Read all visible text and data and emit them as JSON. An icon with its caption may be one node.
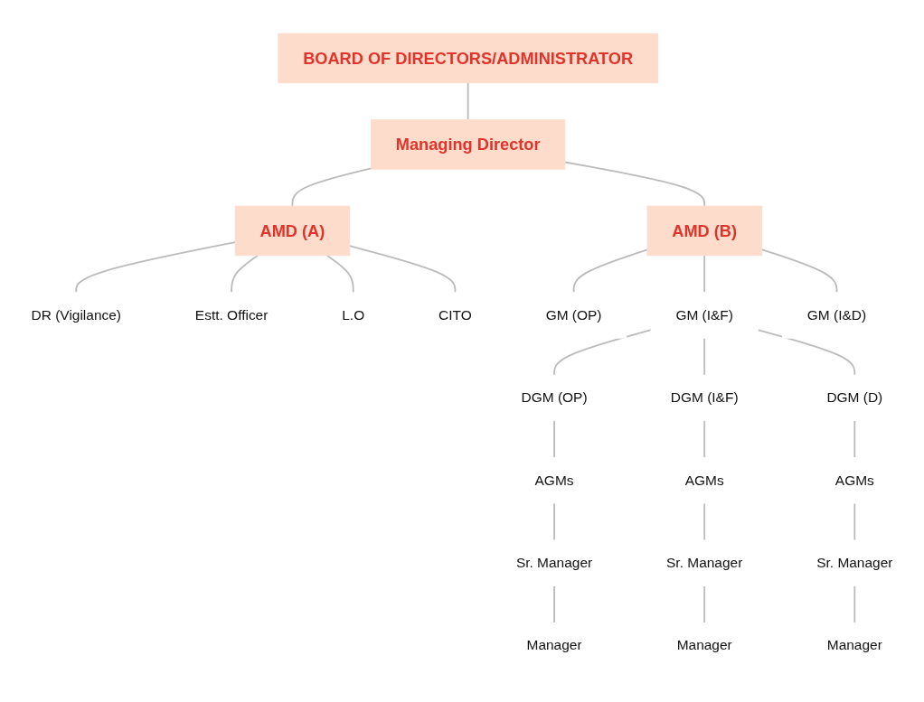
{
  "diagram": {
    "nodes": [
      {
        "text": [
          "BOARD OF DIRECTORS/ADMINISTRATOR"
        ]
      },
      {
        "text": [
          "Managing Director"
        ]
      },
      {
        "text": [
          "AMD (A)"
        ]
      },
      {
        "text": [
          "AMD (B)"
        ]
      },
      {
        "text": [
          "DR (Vigilance)"
        ]
      },
      {
        "text": [
          "Estt. Officer"
        ]
      },
      {
        "text": [
          "L.O"
        ]
      },
      {
        "text": [
          "CITO"
        ]
      },
      {
        "text": [
          "GM (OP)"
        ]
      },
      {
        "text": [
          "GM (I&F)"
        ]
      },
      {
        "text": [
          "GM (I&D)"
        ]
      },
      {
        "text": [
          "DGM (OP)"
        ]
      },
      {
        "text": [
          "DGM (I&F)"
        ]
      },
      {
        "text": [
          "DGM (D)"
        ]
      },
      {
        "text": [
          "AGMs"
        ]
      },
      {
        "text": [
          "AGMs"
        ]
      },
      {
        "text": [
          "AGMs"
        ]
      },
      {
        "text": [
          "Sr. Manager"
        ]
      },
      {
        "text": [
          "Sr. Manager"
        ]
      },
      {
        "text": [
          "Sr. Manager"
        ]
      },
      {
        "text": [
          "Manager"
        ]
      },
      {
        "text": [
          "Manager"
        ]
      },
      {
        "text": [
          "Manager"
        ]
      }
    ],
    "edges": [
      {
        "from": 0,
        "to": 1,
        "arrow": "none"
      },
      {
        "from": 1,
        "to": 2,
        "arrow": "none"
      },
      {
        "from": 1,
        "to": 3,
        "arrow": "none"
      },
      {
        "from": 2,
        "to": 4,
        "arrow": "none"
      },
      {
        "from": 2,
        "to": 5,
        "arrow": "none"
      },
      {
        "from": 2,
        "to": 6,
        "arrow": "none"
      },
      {
        "from": 2,
        "to": 7,
        "arrow": "none"
      },
      {
        "from": 3,
        "to": 8,
        "arrow": "none"
      },
      {
        "from": 3,
        "to": 9,
        "arrow": "none"
      },
      {
        "from": 3,
        "to": 10,
        "arrow": "none"
      },
      {
        "from": 9,
        "to": 11,
        "arrow": "none"
      },
      {
        "from": 9,
        "to": 12,
        "arrow": "none"
      },
      {
        "from": 9,
        "to": 13,
        "arrow": "none"
      },
      {
        "from": 11,
        "to": 14,
        "arrow": "none"
      },
      {
        "from": 12,
        "to": 15,
        "arrow": "none"
      },
      {
        "from": 13,
        "to": 16,
        "arrow": "none"
      },
      {
        "from": 14,
        "to": 17,
        "arrow": "none"
      },
      {
        "from": 15,
        "to": 18,
        "arrow": "none"
      },
      {
        "from": 16,
        "to": 19,
        "arrow": "none"
      },
      {
        "from": 17,
        "to": 20,
        "arrow": "none"
      },
      {
        "from": 18,
        "to": 21,
        "arrow": "none"
      },
      {
        "from": 19,
        "to": 22,
        "arrow": "none"
      }
    ]
  }
}
